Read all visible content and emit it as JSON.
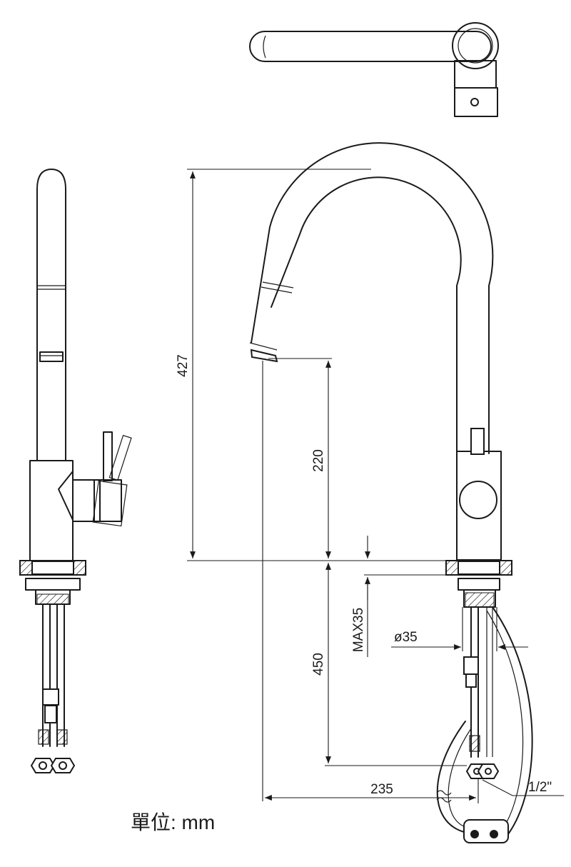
{
  "dimensions": {
    "total_height": "427",
    "spout_clearance": "220",
    "below_deck_length": "450",
    "max_deck_thickness": "MAX35",
    "hole_diameter": "ø35",
    "spout_reach": "235",
    "connection_thread": "1/2\""
  },
  "unit_label": "單位: mm"
}
